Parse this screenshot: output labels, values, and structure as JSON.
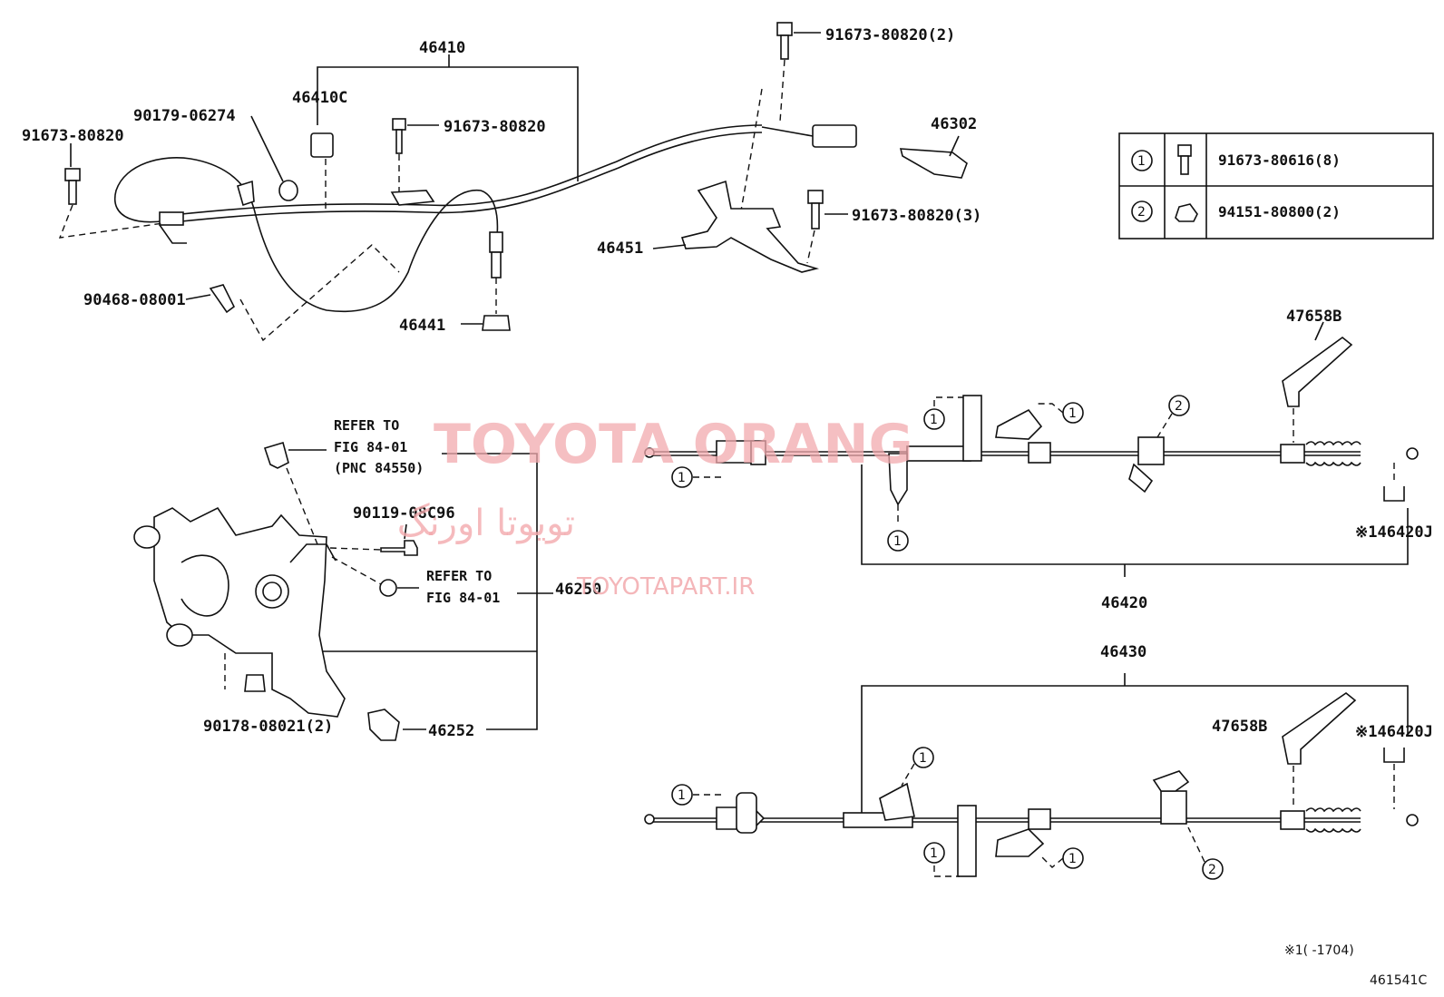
{
  "watermark": {
    "line1": "TOYOTA ORANG",
    "line2": "تویوتا اورنگ",
    "line3": "TOYOTAPART.IR"
  },
  "labels": {
    "p46410": "46410",
    "p46410C": "46410C",
    "p90179": "90179-06274",
    "p91673_left": "91673-80820",
    "p91673_mid": "91673-80820",
    "p91673_top": "91673-80820(2)",
    "p91673_right": "91673-80820(3)",
    "p46302": "46302",
    "p46451": "46451",
    "p90468": "90468-08001",
    "p46441": "46441",
    "p47658B_a": "47658B",
    "p47658B_b": "47658B",
    "p46420J_a": "※146420J",
    "p46420J_b": "※146420J",
    "p46420": "46420",
    "p46430": "46430",
    "p90119": "90119-08C96",
    "p46250": "46250",
    "p90178": "90178-08021(2)",
    "p46252": "46252"
  },
  "refs": {
    "ref1_l1": "REFER TO",
    "ref1_l2": "FIG 84-01",
    "ref1_l3": "(PNC 84550)",
    "ref2_l1": "REFER TO",
    "ref2_l2": "FIG 84-01"
  },
  "legend": {
    "rows": [
      {
        "mark": "1",
        "icon": "bolt-icon",
        "part": "91673-80616(8)"
      },
      {
        "mark": "2",
        "icon": "nut-icon",
        "part": "94151-80800(2)"
      }
    ]
  },
  "callouts": {
    "one": "1",
    "two": "2"
  },
  "footer": {
    "note": "※1(    -1704)",
    "code": "461541C"
  }
}
